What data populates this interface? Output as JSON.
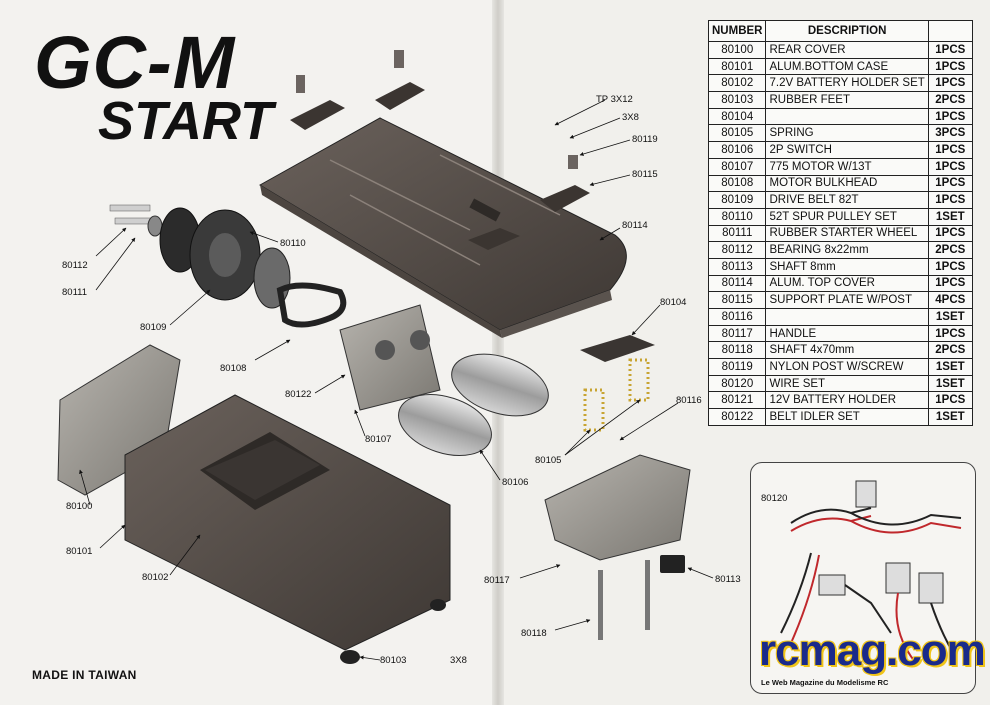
{
  "header": {
    "title": "GC-M",
    "subtitle": "START"
  },
  "footer": {
    "made_in": "MADE IN TAIWAN"
  },
  "brand": {
    "name": "rcmag.com",
    "tagline": "Le Web Magazine du Modelisme RC",
    "colors": {
      "text": "#1a2a8a",
      "outline": "#f0c419"
    }
  },
  "table": {
    "headers": {
      "number": "NUMBER",
      "description": "DESCRIPTION",
      "qty": ""
    },
    "rows": [
      {
        "number": "80100",
        "description": "REAR COVER",
        "qty": "1PCS"
      },
      {
        "number": "80101",
        "description": "ALUM.BOTTOM CASE",
        "qty": "1PCS"
      },
      {
        "number": "80102",
        "description": "7.2V BATTERY HOLDER SET",
        "qty": "1PCS"
      },
      {
        "number": "80103",
        "description": "RUBBER FEET",
        "qty": "2PCS"
      },
      {
        "number": "80104",
        "description": "",
        "qty": "1PCS"
      },
      {
        "number": "80105",
        "description": "SPRING",
        "qty": "3PCS"
      },
      {
        "number": "80106",
        "description": "2P SWITCH",
        "qty": "1PCS"
      },
      {
        "number": "80107",
        "description": "775 MOTOR W/13T",
        "qty": "1PCS"
      },
      {
        "number": "80108",
        "description": "MOTOR BULKHEAD",
        "qty": "1PCS"
      },
      {
        "number": "80109",
        "description": "DRIVE BELT 82T",
        "qty": "1PCS"
      },
      {
        "number": "80110",
        "description": "52T SPUR PULLEY SET",
        "qty": "1SET"
      },
      {
        "number": "80111",
        "description": "RUBBER STARTER WHEEL",
        "qty": "1PCS"
      },
      {
        "number": "80112",
        "description": "BEARING 8x22mm",
        "qty": "2PCS"
      },
      {
        "number": "80113",
        "description": "SHAFT 8mm",
        "qty": "1PCS"
      },
      {
        "number": "80114",
        "description": "ALUM. TOP COVER",
        "qty": "1PCS"
      },
      {
        "number": "80115",
        "description": "SUPPORT PLATE W/POST",
        "qty": "4PCS"
      },
      {
        "number": "80116",
        "description": "",
        "qty": "1SET"
      },
      {
        "number": "80117",
        "description": "HANDLE",
        "qty": "1PCS"
      },
      {
        "number": "80118",
        "description": "SHAFT 4x70mm",
        "qty": "2PCS"
      },
      {
        "number": "80119",
        "description": "NYLON POST W/SCREW",
        "qty": "1SET"
      },
      {
        "number": "80120",
        "description": "WIRE SET",
        "qty": "1SET"
      },
      {
        "number": "80121",
        "description": "12V BATTERY HOLDER",
        "qty": "1PCS"
      },
      {
        "number": "80122",
        "description": "BELT IDLER SET",
        "qty": "1SET"
      }
    ]
  },
  "wire_set": {
    "label": "80120"
  },
  "callouts": [
    {
      "id": "80100",
      "text": "80100"
    },
    {
      "id": "80101",
      "text": "80101"
    },
    {
      "id": "80102",
      "text": "80102"
    },
    {
      "id": "80103",
      "text": "80103"
    },
    {
      "id": "80104",
      "text": "80104"
    },
    {
      "id": "80105",
      "text": "80105"
    },
    {
      "id": "80106",
      "text": "80106"
    },
    {
      "id": "80107",
      "text": "80107"
    },
    {
      "id": "80108",
      "text": "80108"
    },
    {
      "id": "80109",
      "text": "80109"
    },
    {
      "id": "80110",
      "text": "80110"
    },
    {
      "id": "80111",
      "text": "80111"
    },
    {
      "id": "80112",
      "text": "80112"
    },
    {
      "id": "80113",
      "text": "80113"
    },
    {
      "id": "80114",
      "text": "80114"
    },
    {
      "id": "80115",
      "text": "80115"
    },
    {
      "id": "80116",
      "text": "80116"
    },
    {
      "id": "80117",
      "text": "80117"
    },
    {
      "id": "80118",
      "text": "80118"
    },
    {
      "id": "80119",
      "text": "80119"
    },
    {
      "id": "80122",
      "text": "80122"
    },
    {
      "id": "tp3x12",
      "text": "TP 3X12"
    },
    {
      "id": "3x8-top",
      "text": "3X8"
    },
    {
      "id": "3x8-bottom",
      "text": "3X8"
    }
  ]
}
